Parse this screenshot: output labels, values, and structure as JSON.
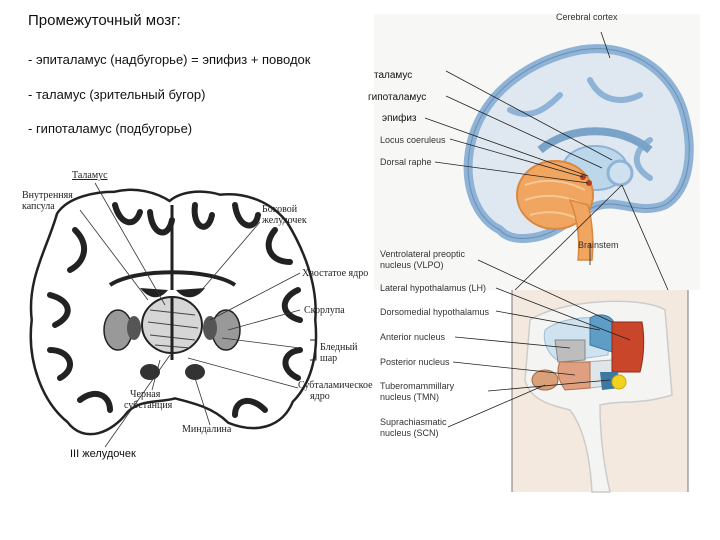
{
  "text": {
    "heading": "Промежуточный мозг:",
    "line1": "- эпиталамус (надбугорье) = эпифиз + поводок",
    "line2": "- таламус (зрительный бугор)",
    "line3": "- гипоталамус (подбугорье)"
  },
  "coronal": {
    "thalamus": "Таламус",
    "internal_capsule_1": "Внутренняя",
    "internal_capsule_2": "капсула",
    "lateral_ventricle_1": "Боковой",
    "lateral_ventricle_2": "желудочек",
    "caudate": "Хвостатое ядро",
    "putamen": "Скорлупа",
    "globus_pallidus_1": "Бледный",
    "globus_pallidus_2": "шар",
    "subthalamic_1": "Субталамическое",
    "subthalamic_2": "ядро",
    "substantia_nigra_1": "Черная",
    "substantia_nigra_2": "субстанция",
    "amygdala": "Миндалина",
    "third_ventricle": "III желудочек"
  },
  "sagittal": {
    "cerebral_cortex": "Cerebral cortex",
    "thalamus_ru": "таламус",
    "hypothalamus_ru": "гипоталамус",
    "epiphysis_ru": "эпифиз",
    "locus": "Locus coeruleus",
    "dorsal_raphe": "Dorsal raphe",
    "brainstem": "Brainstem",
    "vlpo_1": "Ventrolateral preoptic",
    "vlpo_2": "nucleus (VLPO)",
    "lh": "Lateral hypothalamus (LH)",
    "dmh": "Dorsomedial hypothalamus",
    "anterior": "Anterior nucleus",
    "posterior": "Posterior nucleus",
    "tmn_1": "Tuberomammillary",
    "tmn_2": "nucleus (TMN)",
    "scn_1": "Suprachiasmatic",
    "scn_2": "nucleus (SCN)"
  },
  "colors": {
    "cortex_blue": "#8fb3d6",
    "orange": "#f0a560",
    "light_blue": "#bcd7ea",
    "red_nucleus": "#c9462b",
    "salmon": "#e0a080",
    "yellow": "#f2d21e"
  }
}
